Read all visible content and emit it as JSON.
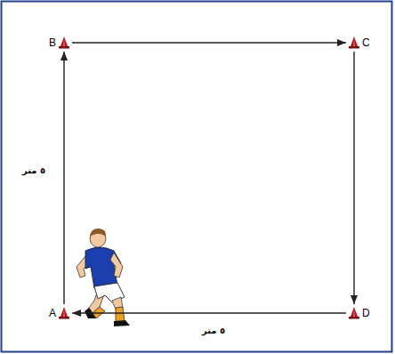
{
  "diagram": {
    "nodes": [
      {
        "text": [
          "B"
        ]
      },
      {
        "text": [
          "C"
        ]
      },
      {
        "text": [
          "A"
        ]
      },
      {
        "text": [
          "D"
        ]
      }
    ],
    "edges": [
      {
        "from": 2,
        "to": 0,
        "arrow": "to"
      },
      {
        "from": 0,
        "to": 1,
        "arrow": "to"
      },
      {
        "from": 1,
        "to": 3,
        "arrow": "to"
      },
      {
        "from": 3,
        "to": 2,
        "arrow": "to"
      }
    ],
    "labels": [
      "٥ متر",
      "٥ متر"
    ]
  }
}
